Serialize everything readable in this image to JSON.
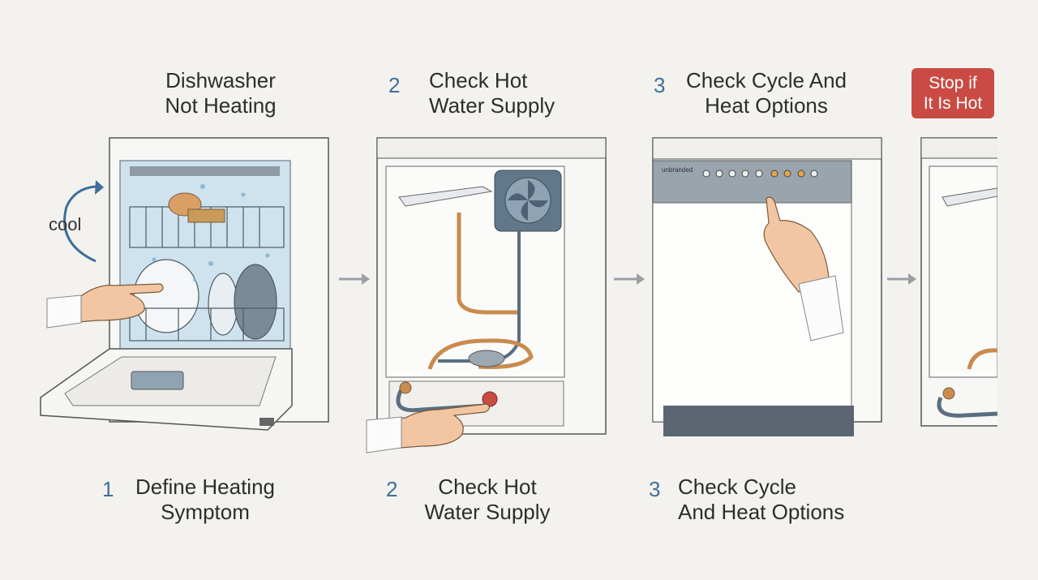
{
  "top_titles": {
    "step1": "Dishwasher\nNot Heating",
    "step2_num": "2",
    "step2": "Check Hot\nWater Supply",
    "step3_num": "3",
    "step3": "Check Cycle And\nHeat Options",
    "step4_badge": "Stop if\nIt Is Hot"
  },
  "bottom_captions": {
    "step1_num": "1",
    "step1": "Define Heating\nSymptom",
    "step2_num": "2",
    "step2": "Check Hot\nWater Supply",
    "step3_num": "3",
    "step3": "Check Cycle\nAnd Heat Options"
  },
  "annotations": {
    "cool": "cool",
    "brand": "unbranded"
  },
  "colors": {
    "accent_blue": "#3f6f9a",
    "badge_red": "#c94b44",
    "arrow_gray": "#9aa0a6",
    "water_blue": "#cfe3ef",
    "pipe_copper": "#c98b4e"
  },
  "icons": [
    "arrow-right-icon",
    "curved-arrow-icon",
    "fan-icon",
    "hand-icon"
  ]
}
